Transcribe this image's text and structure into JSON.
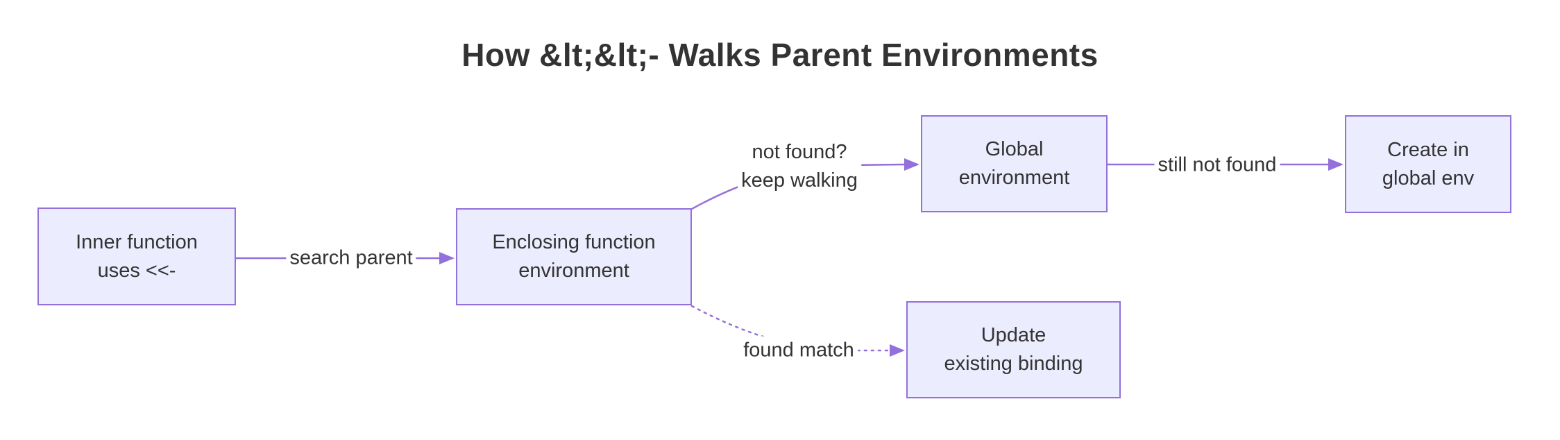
{
  "diagram": {
    "title": "How &lt;&lt;- Walks Parent Environments",
    "type": "flowchart-left-to-right",
    "colors": {
      "background": "#FFFFFF",
      "node_fill": "#ECECFF",
      "node_border": "#9370DB",
      "edge": "#9370DB",
      "text": "#333333"
    },
    "nodes": [
      {
        "id": "A",
        "lines": [
          "Inner function",
          "uses <<-"
        ]
      },
      {
        "id": "B",
        "lines": [
          "Enclosing function",
          "environment"
        ]
      },
      {
        "id": "C",
        "lines": [
          "Global",
          "environment"
        ]
      },
      {
        "id": "D",
        "lines": [
          "Create in",
          "global env"
        ]
      },
      {
        "id": "E",
        "lines": [
          "Update",
          "existing binding"
        ]
      }
    ],
    "edges": [
      {
        "from": "A",
        "to": "B",
        "style": "solid",
        "label_lines": [
          "search parent"
        ]
      },
      {
        "from": "B",
        "to": "C",
        "style": "solid",
        "label_lines": [
          "not found?",
          "keep walking"
        ]
      },
      {
        "from": "C",
        "to": "D",
        "style": "solid",
        "label_lines": [
          "still not found"
        ]
      },
      {
        "from": "B",
        "to": "E",
        "style": "dotted",
        "label_lines": [
          "found match"
        ]
      }
    ]
  }
}
